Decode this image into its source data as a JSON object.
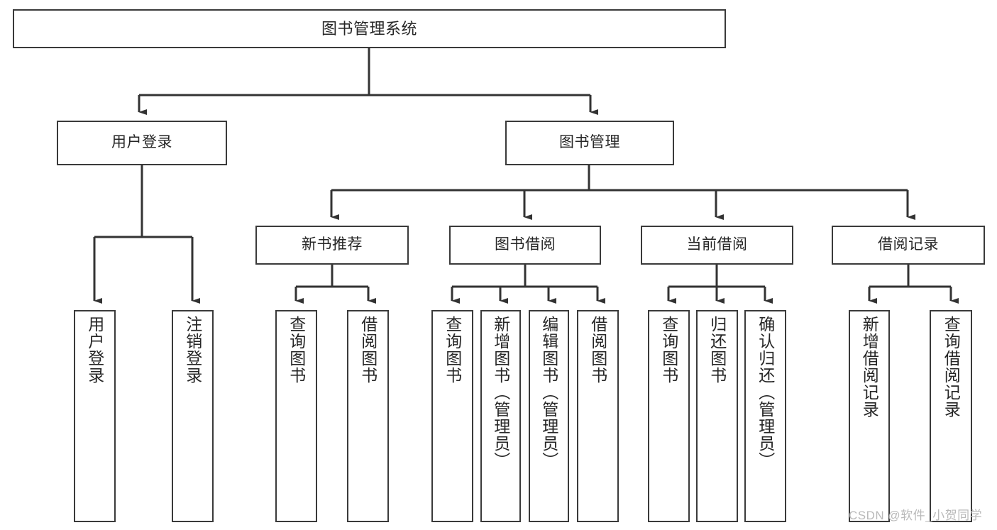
{
  "diagram": {
    "title": "图书管理系统",
    "type": "hierarchy-tree",
    "watermark": "CSDN @软件_小贺同学",
    "colors": {
      "box_border": "#3a3a3a",
      "connector": "#333333",
      "background": "#ffffff",
      "text": "#262626",
      "watermark": "#b9b9b9"
    },
    "nodes": {
      "root": {
        "label": "图书管理系统",
        "level": 1,
        "orientation": "horizontal"
      },
      "user_login": {
        "label": "用户登录",
        "level": 2,
        "orientation": "horizontal"
      },
      "book_manage": {
        "label": "图书管理",
        "level": 2,
        "orientation": "horizontal"
      },
      "new_book_rec": {
        "label": "新书推荐",
        "level": 3,
        "orientation": "horizontal"
      },
      "book_borrow": {
        "label": "图书借阅",
        "level": 3,
        "orientation": "horizontal"
      },
      "current_borrow": {
        "label": "当前借阅",
        "level": 3,
        "orientation": "horizontal"
      },
      "borrow_record": {
        "label": "借阅记录",
        "level": 3,
        "orientation": "horizontal"
      },
      "leaf_user_login": {
        "label": "用户登录",
        "level": 4,
        "orientation": "vertical"
      },
      "leaf_logout": {
        "label": "注销登录",
        "level": 4,
        "orientation": "vertical"
      },
      "leaf_rec_query": {
        "label": "查询图书",
        "level": 4,
        "orientation": "vertical"
      },
      "leaf_rec_borrow": {
        "label": "借阅图书",
        "level": 4,
        "orientation": "vertical"
      },
      "leaf_borrow_query": {
        "label": "查询图书",
        "level": 4,
        "orientation": "vertical"
      },
      "leaf_borrow_add": {
        "label": "新增图书（管理员）",
        "level": 4,
        "orientation": "vertical"
      },
      "leaf_borrow_edit": {
        "label": "编辑图书（管理员）",
        "level": 4,
        "orientation": "vertical"
      },
      "leaf_borrow_lend": {
        "label": "借阅图书",
        "level": 4,
        "orientation": "vertical"
      },
      "leaf_cur_query": {
        "label": "查询图书",
        "level": 4,
        "orientation": "vertical"
      },
      "leaf_cur_return": {
        "label": "归还图书",
        "level": 4,
        "orientation": "vertical"
      },
      "leaf_cur_confirm": {
        "label": "确认归还（管理员）",
        "level": 4,
        "orientation": "vertical"
      },
      "leaf_rec_add": {
        "label": "新增借阅记录",
        "level": 4,
        "orientation": "vertical"
      },
      "leaf_rec_search": {
        "label": "查询借阅记录",
        "level": 4,
        "orientation": "vertical"
      }
    },
    "edges": [
      {
        "from": "root",
        "to": "user_login"
      },
      {
        "from": "root",
        "to": "book_manage"
      },
      {
        "from": "user_login",
        "to": "leaf_user_login"
      },
      {
        "from": "user_login",
        "to": "leaf_logout"
      },
      {
        "from": "book_manage",
        "to": "new_book_rec"
      },
      {
        "from": "book_manage",
        "to": "book_borrow"
      },
      {
        "from": "book_manage",
        "to": "current_borrow"
      },
      {
        "from": "book_manage",
        "to": "borrow_record"
      },
      {
        "from": "new_book_rec",
        "to": "leaf_rec_query"
      },
      {
        "from": "new_book_rec",
        "to": "leaf_rec_borrow"
      },
      {
        "from": "book_borrow",
        "to": "leaf_borrow_query"
      },
      {
        "from": "book_borrow",
        "to": "leaf_borrow_add"
      },
      {
        "from": "book_borrow",
        "to": "leaf_borrow_edit"
      },
      {
        "from": "book_borrow",
        "to": "leaf_borrow_lend"
      },
      {
        "from": "current_borrow",
        "to": "leaf_cur_query"
      },
      {
        "from": "current_borrow",
        "to": "leaf_cur_return"
      },
      {
        "from": "current_borrow",
        "to": "leaf_cur_confirm"
      },
      {
        "from": "borrow_record",
        "to": "leaf_rec_add"
      },
      {
        "from": "borrow_record",
        "to": "leaf_rec_search"
      }
    ]
  }
}
